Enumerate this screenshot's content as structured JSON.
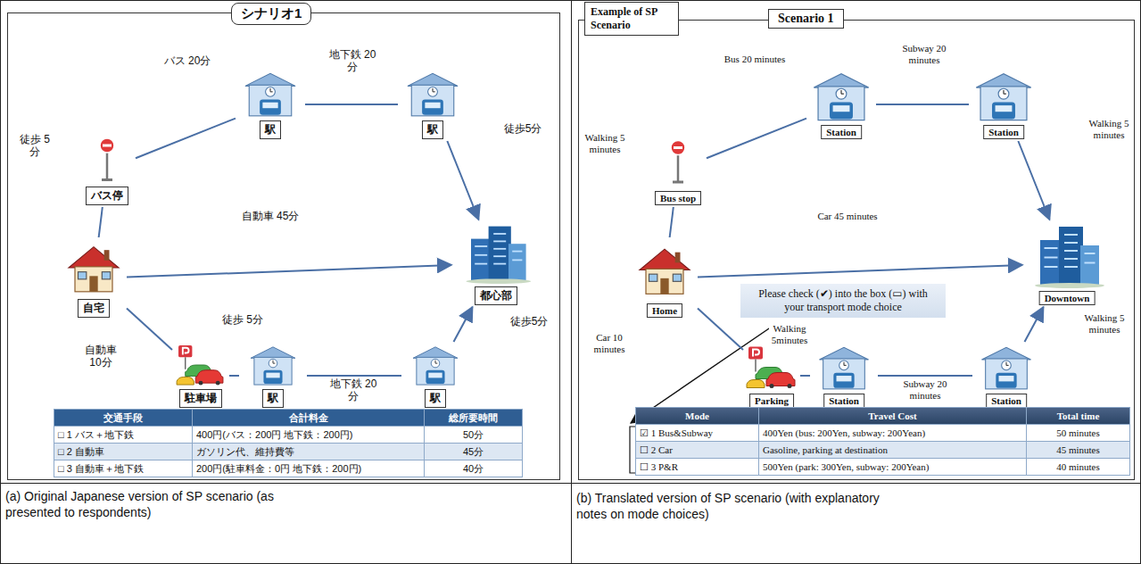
{
  "diagram": {
    "nodes": [
      {
        "text": [
          "シナリオ1"
        ]
      },
      {
        "text": [
          "バス停"
        ],
        "in": 0
      },
      {
        "text": [
          "駅"
        ],
        "in": 0
      },
      {
        "text": [
          "駅"
        ],
        "in": 0
      },
      {
        "text": [
          "自宅"
        ],
        "in": 0
      },
      {
        "text": [
          "都心部"
        ],
        "in": 0
      },
      {
        "text": [
          "駐車場"
        ],
        "in": 0
      },
      {
        "text": [
          "駅"
        ],
        "in": 0
      },
      {
        "text": [
          "駅"
        ],
        "in": 0
      },
      {
        "text": [
          "Example of SP Scenario",
          "Scenario 1"
        ]
      },
      {
        "text": [
          "Bus stop"
        ],
        "in": 9
      },
      {
        "text": [
          "Station"
        ],
        "in": 9
      },
      {
        "text": [
          "Station"
        ],
        "in": 9
      },
      {
        "text": [
          "Home"
        ],
        "in": 9
      },
      {
        "text": [
          "Downtown"
        ],
        "in": 9
      },
      {
        "text": [
          "Parking"
        ],
        "in": 9
      },
      {
        "text": [
          "Station"
        ],
        "in": 9
      },
      {
        "text": [
          "Station"
        ],
        "in": 9
      },
      {
        "text": [
          "Please check (✔) into the box (▭) with your transport mode choice"
        ],
        "in": 9
      }
    ],
    "edges": [
      {
        "from": 4,
        "to": 1,
        "arrow": "none",
        "label": "徒歩 5分"
      },
      {
        "from": 1,
        "to": 2,
        "arrow": "none",
        "label": "バス 20分"
      },
      {
        "from": 2,
        "to": 3,
        "arrow": "none",
        "label": "地下鉄 20分"
      },
      {
        "from": 3,
        "to": 5,
        "arrow": "to",
        "label": "徒歩5分"
      },
      {
        "from": 4,
        "to": 5,
        "arrow": "to",
        "label": "自動車 45分"
      },
      {
        "from": 4,
        "to": 6,
        "arrow": "none",
        "label": "自動車 10分"
      },
      {
        "from": 6,
        "to": 7,
        "arrow": "none",
        "label": "徒歩 5分"
      },
      {
        "from": 7,
        "to": 8,
        "arrow": "none",
        "label": "地下鉄 20分"
      },
      {
        "from": 8,
        "to": 5,
        "arrow": "to",
        "label": "徒歩5分"
      },
      {
        "from": 13,
        "to": 10,
        "arrow": "none",
        "label": "Walking 5 minutes"
      },
      {
        "from": 10,
        "to": 11,
        "arrow": "none",
        "label": "Bus 20 minutes"
      },
      {
        "from": 11,
        "to": 12,
        "arrow": "none",
        "label": "Subway 20 minutes"
      },
      {
        "from": 12,
        "to": 14,
        "arrow": "to",
        "label": "Walking 5 minutes"
      },
      {
        "from": 13,
        "to": 14,
        "arrow": "to",
        "label": "Car 45 minutes"
      },
      {
        "from": 13,
        "to": 15,
        "arrow": "none",
        "label": "Car 10 minutes"
      },
      {
        "from": 15,
        "to": 16,
        "arrow": "none",
        "label": "Walking 5minutes"
      },
      {
        "from": 16,
        "to": 17,
        "arrow": "none",
        "label": "Subway 20 minutes"
      },
      {
        "from": 17,
        "to": 14,
        "arrow": "to",
        "label": "Walking 5 minutes"
      }
    ],
    "labels": [
      "交通手段",
      "合計料金",
      "総所要時間",
      "□ 1 バス＋地下鉄",
      "400円(バス：200円 地下鉄：200円)",
      "50分",
      "□ 2 自動車",
      "ガソリン代、維持費等",
      "45分",
      "□ 3 自動車＋地下鉄",
      "200円(駐車料金：0円 地下鉄：200円)",
      "40分",
      "Mode",
      "Travel Cost",
      "Total time",
      "☑ 1 Bus&Subway",
      "400Yen (bus: 200Yen, subway: 200Yean)",
      "50 minutes",
      "☐ 2 Car",
      "Gasoline, parking at destination",
      "45 minutes",
      "☐ 3 P&R",
      "500Yen (park: 300Yen, subway: 200Yean)",
      "40 minutes",
      "(a) Original Japanese version of SP scenario (as presented to respondents)",
      "(b) Translated version of SP scenario (with explanatory notes on mode choices)"
    ]
  }
}
